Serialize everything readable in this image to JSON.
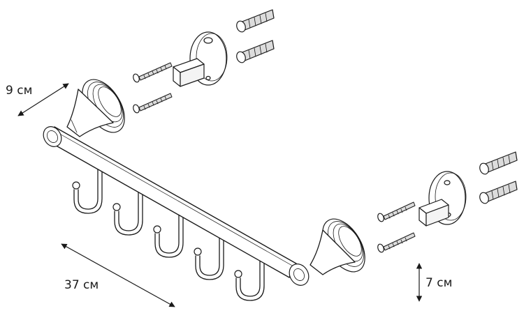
{
  "dimensions": {
    "depth": "9 см",
    "length": "37 см",
    "height": "7 см"
  },
  "colors": {
    "line": "#1a1a1a",
    "fill": "#ffffff",
    "shade": "#dcdcdc"
  },
  "parts": {
    "hooks": 5,
    "wall_mounts": 2,
    "screws": 4,
    "dowels": 4
  }
}
